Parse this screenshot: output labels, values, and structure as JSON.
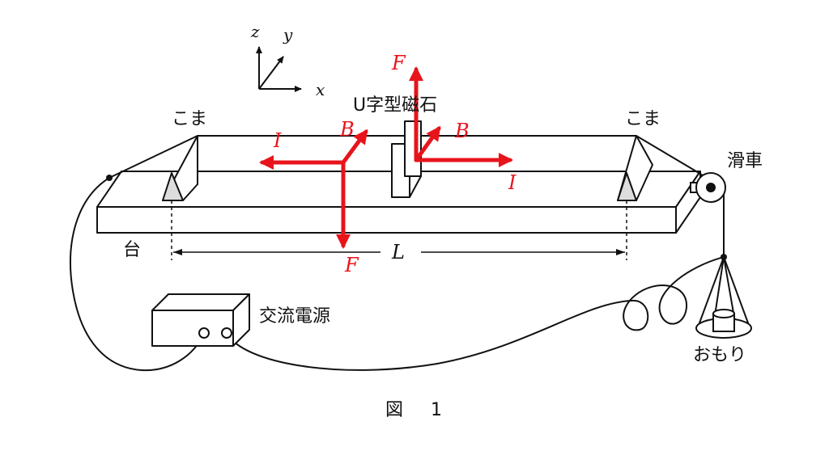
{
  "axes": {
    "z": "z",
    "y": "y",
    "x": "x"
  },
  "labels": {
    "magnet": "U字型磁石",
    "koma_left": "こま",
    "koma_right": "こま",
    "pulley": "滑車",
    "stand": "台",
    "ac_source": "交流電源",
    "weight": "おもり",
    "length": "L",
    "caption_fig": "図",
    "caption_num": "1"
  },
  "vectors": {
    "left": {
      "current": "I",
      "field": "B",
      "force": "F"
    },
    "right": {
      "current": "I",
      "field": "B",
      "force": "F"
    }
  },
  "colors": {
    "vector": "#e8141c",
    "line": "#111111"
  }
}
